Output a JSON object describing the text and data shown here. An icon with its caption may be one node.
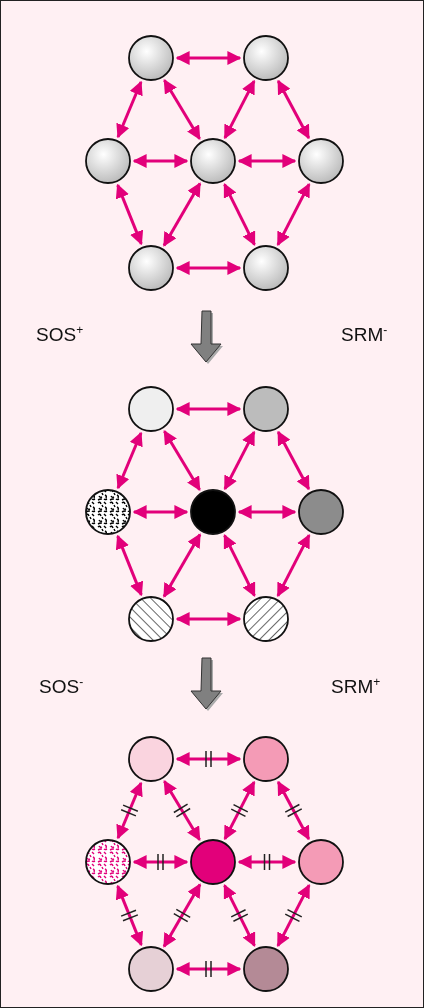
{
  "diagram": {
    "nodes": [
      {
        "text": [],
        "shape": "circle"
      },
      {
        "text": [],
        "shape": "circle"
      },
      {
        "text": [],
        "shape": "circle"
      },
      {
        "text": [],
        "shape": "circle"
      },
      {
        "text": [],
        "shape": "circle"
      },
      {
        "text": [],
        "shape": "circle"
      },
      {
        "text": [],
        "shape": "circle"
      },
      {
        "text": [],
        "shape": "circle"
      },
      {
        "text": [],
        "shape": "circle"
      },
      {
        "text": [],
        "shape": "circle"
      },
      {
        "text": [],
        "shape": "circle"
      },
      {
        "text": [],
        "shape": "circle"
      },
      {
        "text": [],
        "shape": "circle"
      },
      {
        "text": [],
        "shape": "circle"
      },
      {
        "text": [],
        "shape": "circle"
      },
      {
        "text": [],
        "shape": "circle"
      },
      {
        "text": [],
        "shape": "circle"
      },
      {
        "text": [],
        "shape": "circle"
      },
      {
        "text": [],
        "shape": "circle"
      },
      {
        "text": [],
        "shape": "circle"
      },
      {
        "text": [],
        "shape": "circle"
      }
    ],
    "edges": [
      {
        "from": 0,
        "to": 1,
        "arrow": "both"
      },
      {
        "from": 0,
        "to": 2,
        "arrow": "both"
      },
      {
        "from": 0,
        "to": 3,
        "arrow": "both"
      },
      {
        "from": 1,
        "to": 3,
        "arrow": "both"
      },
      {
        "from": 1,
        "to": 4,
        "arrow": "both"
      },
      {
        "from": 2,
        "to": 3,
        "arrow": "both"
      },
      {
        "from": 3,
        "to": 4,
        "arrow": "both"
      },
      {
        "from": 2,
        "to": 5,
        "arrow": "both"
      },
      {
        "from": 3,
        "to": 5,
        "arrow": "both"
      },
      {
        "from": 3,
        "to": 6,
        "arrow": "both"
      },
      {
        "from": 4,
        "to": 6,
        "arrow": "both"
      },
      {
        "from": 5,
        "to": 6,
        "arrow": "both"
      },
      {
        "from": 7,
        "to": 8,
        "arrow": "both"
      },
      {
        "from": 7,
        "to": 9,
        "arrow": "both"
      },
      {
        "from": 7,
        "to": 10,
        "arrow": "both"
      },
      {
        "from": 8,
        "to": 10,
        "arrow": "both"
      },
      {
        "from": 8,
        "to": 11,
        "arrow": "both"
      },
      {
        "from": 9,
        "to": 10,
        "arrow": "both"
      },
      {
        "from": 10,
        "to": 11,
        "arrow": "both"
      },
      {
        "from": 9,
        "to": 12,
        "arrow": "both"
      },
      {
        "from": 10,
        "to": 12,
        "arrow": "both"
      },
      {
        "from": 10,
        "to": 13,
        "arrow": "both"
      },
      {
        "from": 11,
        "to": 13,
        "arrow": "both"
      },
      {
        "from": 12,
        "to": 13,
        "arrow": "both"
      },
      {
        "from": 14,
        "to": 15,
        "arrow": "both"
      },
      {
        "from": 14,
        "to": 16,
        "arrow": "both"
      },
      {
        "from": 14,
        "to": 17,
        "arrow": "both"
      },
      {
        "from": 15,
        "to": 17,
        "arrow": "both"
      },
      {
        "from": 15,
        "to": 18,
        "arrow": "both"
      },
      {
        "from": 16,
        "to": 17,
        "arrow": "both"
      },
      {
        "from": 17,
        "to": 18,
        "arrow": "both"
      },
      {
        "from": 16,
        "to": 19,
        "arrow": "both"
      },
      {
        "from": 17,
        "to": 19,
        "arrow": "both"
      },
      {
        "from": 17,
        "to": 20,
        "arrow": "both"
      },
      {
        "from": 18,
        "to": 20,
        "arrow": "both"
      },
      {
        "from": 19,
        "to": 20,
        "arrow": "both"
      }
    ],
    "labels": [
      "SOS$^{+}$",
      "SRM$^{-}$",
      "SOS$^{-}$",
      "SRM$^{+}$"
    ]
  }
}
